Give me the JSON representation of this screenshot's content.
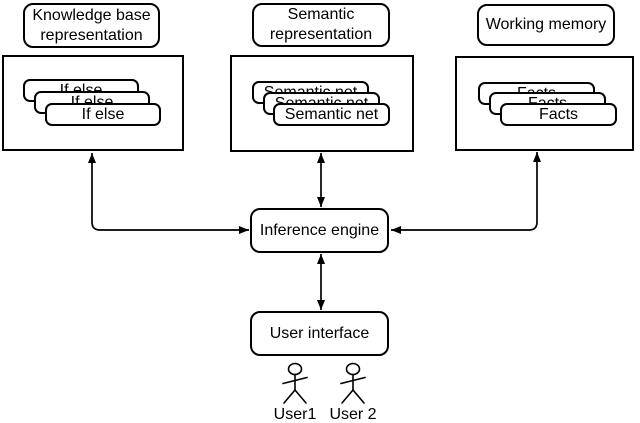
{
  "columns": [
    {
      "title": "Knowledge base representation",
      "card_label": "If else",
      "card_count": 3
    },
    {
      "title": "Semantic representation",
      "card_label": "Semantic net",
      "card_count": 3
    },
    {
      "title": "Working memory",
      "card_label": "Facts",
      "card_count": 3
    }
  ],
  "nodes": {
    "inference_engine": "Inference engine",
    "user_interface": "User interface"
  },
  "users": [
    {
      "label": "User1"
    },
    {
      "label": "User 2"
    }
  ],
  "colors": {
    "stroke": "#000000",
    "background": "#ffffff"
  }
}
